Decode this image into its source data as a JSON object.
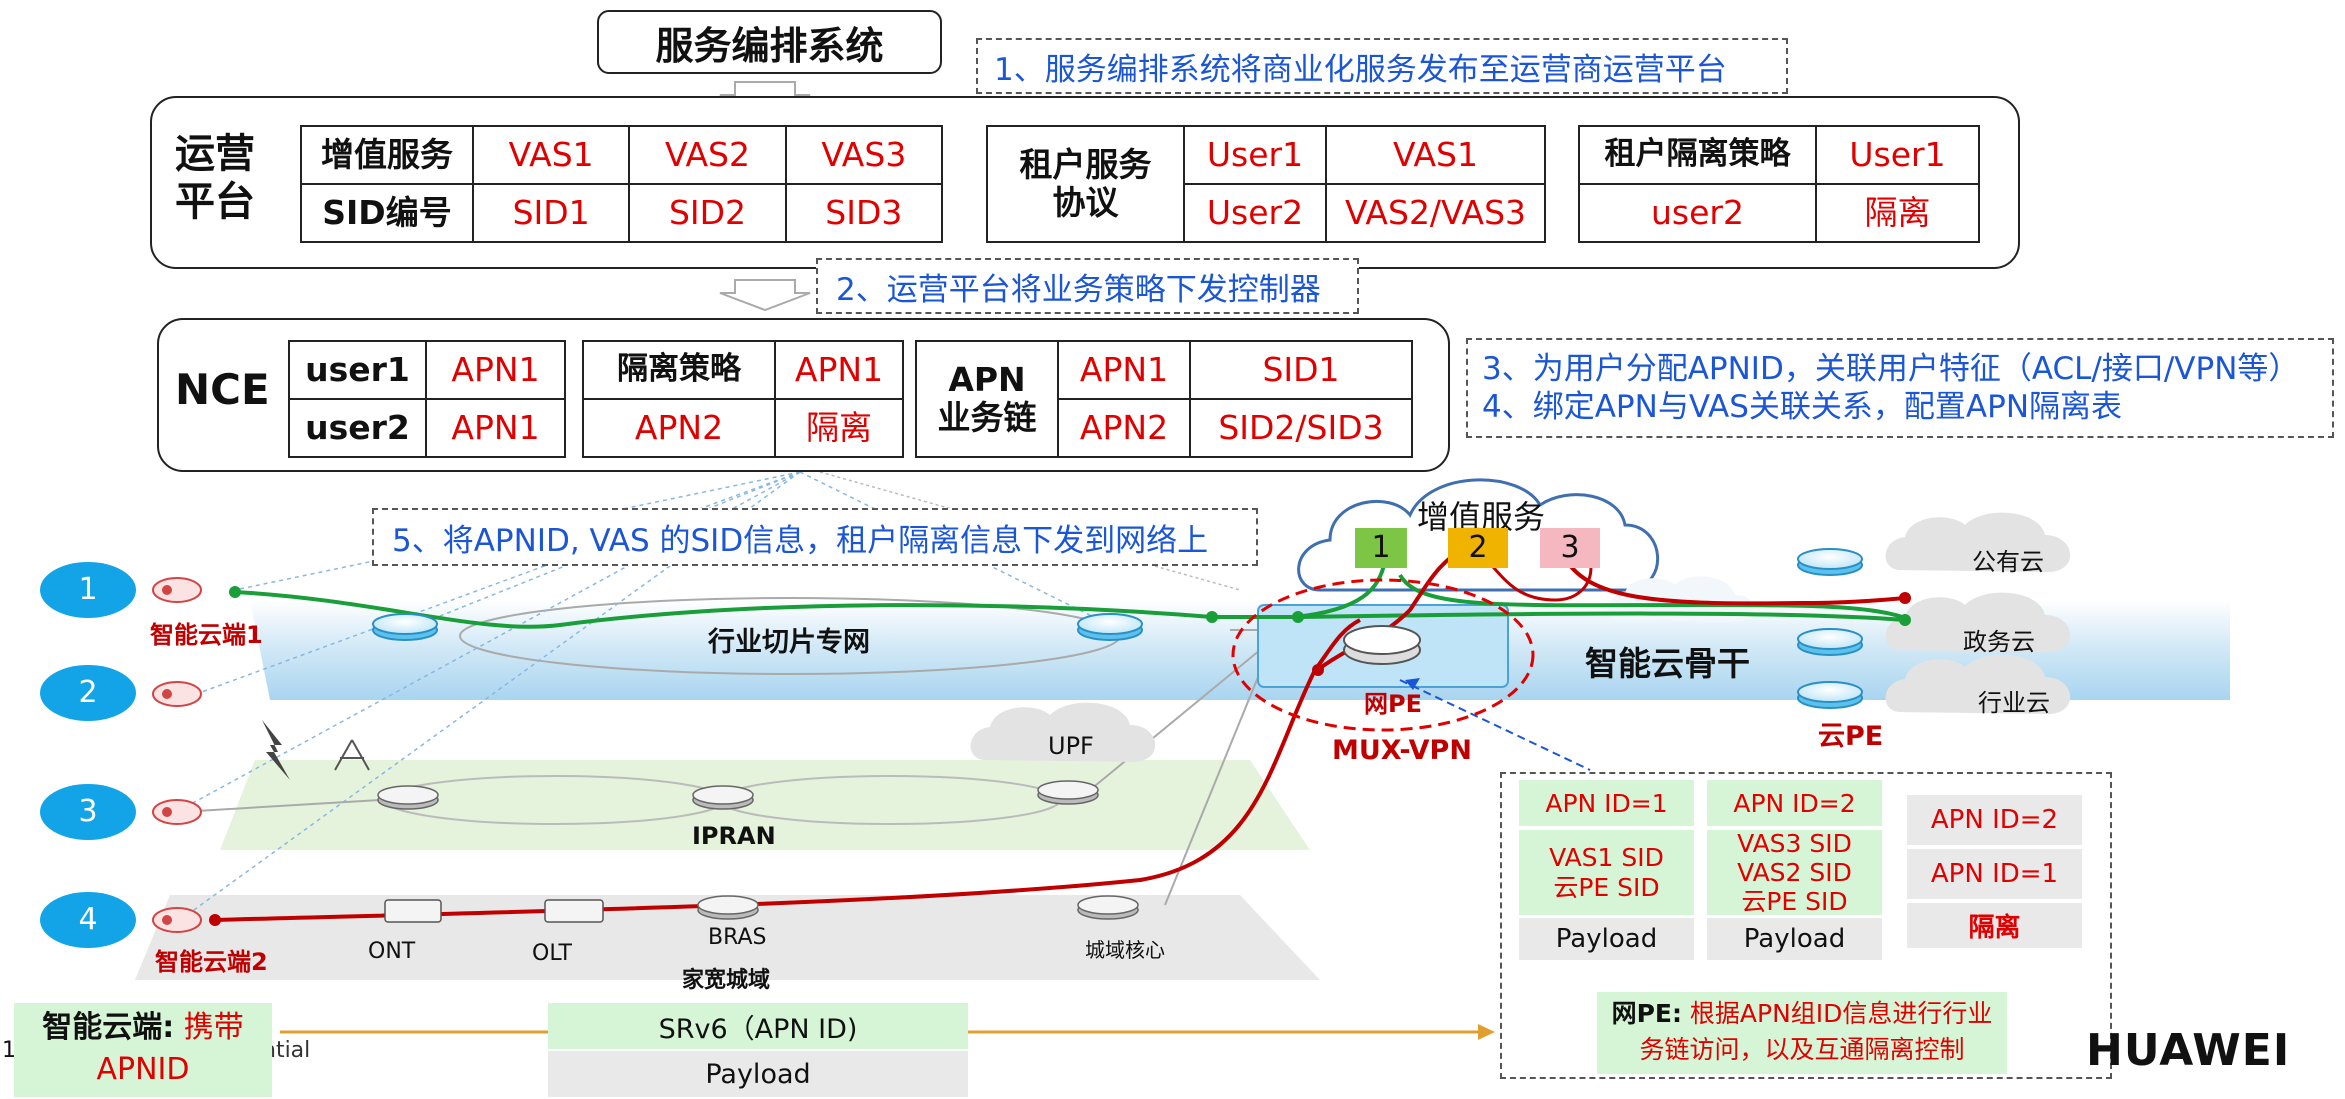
{
  "system_title": "服务编排系统",
  "steps": {
    "s1": "1、服务编排系统将商业化服务发布至运营商运营平台",
    "s2": "2、运营平台将业务策略下发控制器",
    "s3": "3、为用户分配APNID，关联用户特征（ACL/接口/VPN等）",
    "s4": "4、绑定APN与VAS关联关系，配置APN隔离表",
    "s5": "5、将APNID, VAS 的SID信息，租户隔离信息下发到网络上"
  },
  "ops_platform": {
    "label_line1": "运营",
    "label_line2": "平台",
    "vas_table": {
      "row1": [
        "增值服务",
        "VAS1",
        "VAS2",
        "VAS3"
      ],
      "row2": [
        "SID编号",
        "SID1",
        "SID2",
        "SID3"
      ]
    },
    "tenant_service": {
      "header_line1": "租户服务",
      "header_line2": "协议",
      "rows": [
        [
          "User1",
          "VAS1"
        ],
        [
          "User2",
          "VAS2/VAS3"
        ]
      ]
    },
    "tenant_isolation": {
      "rows": [
        [
          "租户隔离策略",
          "User1"
        ],
        [
          "user2",
          "隔离"
        ]
      ]
    }
  },
  "nce": {
    "label": "NCE",
    "user_table": [
      [
        "user1",
        "APN1"
      ],
      [
        "user2",
        "APN1"
      ]
    ],
    "isolation_table": [
      [
        "隔离策略",
        "APN1"
      ],
      [
        "APN2",
        "隔离"
      ]
    ],
    "chain_table": {
      "header_line1": "APN",
      "header_line2": "业务链",
      "rows": [
        [
          "APN1",
          "SID1"
        ],
        [
          "APN2",
          "SID2/SID3"
        ]
      ]
    }
  },
  "network": {
    "circles": [
      "1",
      "2",
      "3",
      "4"
    ],
    "cloud_endpoint_1": "智能云端1",
    "cloud_endpoint_2": "智能云端2",
    "slice_net": "行业切片专网",
    "backbone": "智能云骨干",
    "vas_cloud": "增值服务",
    "vas_nums": [
      "1",
      "2",
      "3"
    ],
    "public_cloud": "公有云",
    "gov_cloud": "政务云",
    "industry_cloud": "行业云",
    "net_pe": "网PE",
    "mux_vpn": "MUX-VPN",
    "cloud_pe": "云PE",
    "upf": "UPF",
    "ipran": "IPRAN",
    "ont": "ONT",
    "olt": "OLT",
    "bras": "BRAS",
    "metro_core": "城域核心",
    "home_metro": "家宽城域"
  },
  "packets": {
    "col1": [
      "APN ID=1",
      "VAS1 SID\n云PE SID",
      "Payload"
    ],
    "col2": [
      "APN ID=2",
      "VAS3 SID\nVAS2 SID\n云PE SID",
      "Payload"
    ],
    "col3": [
      "APN ID=2",
      "APN ID=1",
      "隔离"
    ],
    "netpe_bold": "网PE:",
    "netpe_desc": "根据APN组ID信息进行行业务链访问，以及互通隔离控制"
  },
  "bottom": {
    "endpoint_bold": "智能云端:",
    "endpoint_red": "携带APNID",
    "srv6": "SRv6（APN ID)",
    "payload": "Payload",
    "footer_num": "1",
    "footer_conf": "ntial"
  },
  "brand": {
    "logo_text": "HUAWEI",
    "color": "#e60012"
  },
  "colors": {
    "accent_blue": "#1a56d6",
    "red": "#e00000",
    "green_path": "#1a9e3a",
    "red_path": "#c00000",
    "circle_blue": "#13a4e8"
  }
}
